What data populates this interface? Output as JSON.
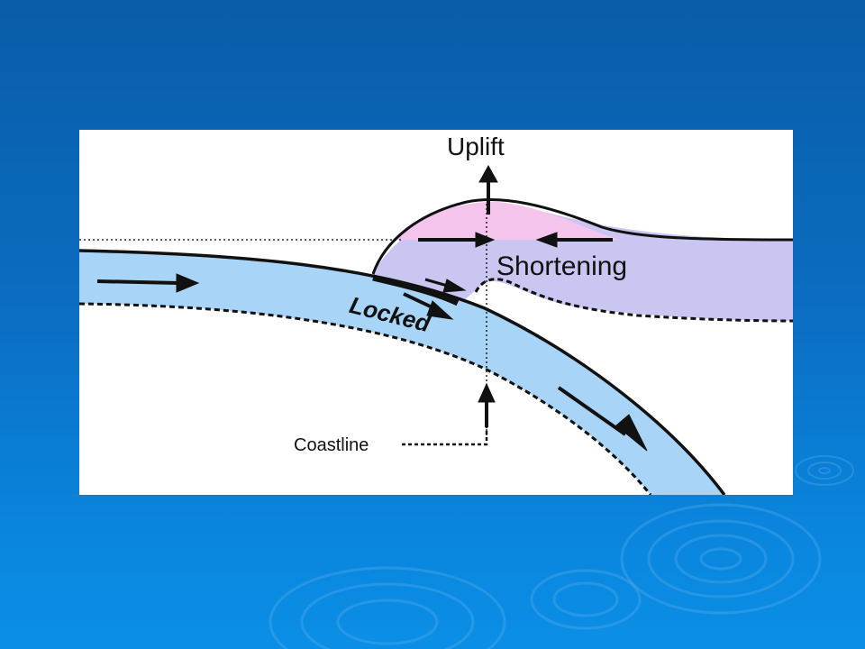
{
  "slide": {
    "background_color": "#0b6cc0",
    "decoration_icon": "water-ripple-icon"
  },
  "figure": {
    "labels": {
      "uplift": "Uplift",
      "shortening": "Shortening",
      "locked": "Locked",
      "coastline": "Coastline"
    },
    "colors": {
      "subducting_plate": "#a8d4f8",
      "overriding_plate": "#c9c6f2",
      "uplifted_wedge": "#f4c4ec",
      "panel": "#ffffff",
      "lines": "#111111"
    }
  }
}
